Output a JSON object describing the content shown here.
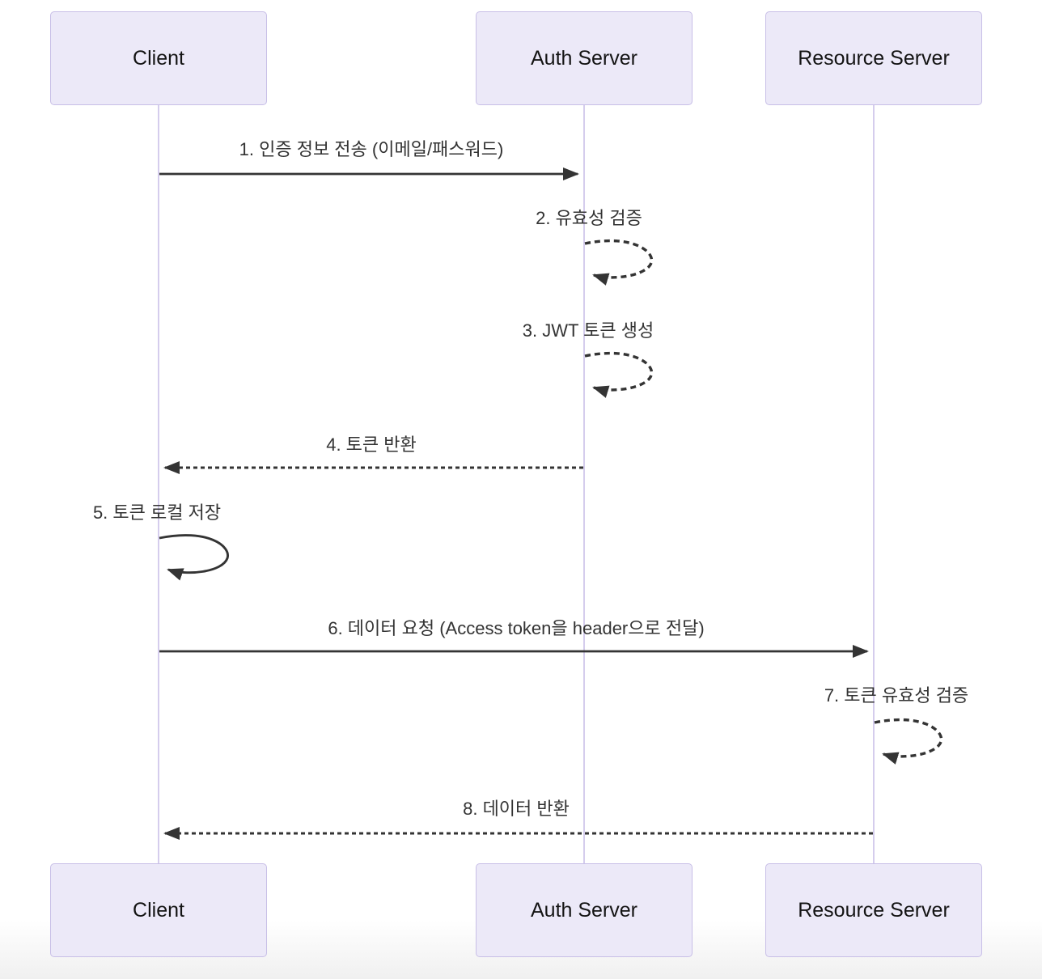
{
  "diagram": {
    "type": "sequence-diagram",
    "actors": [
      {
        "id": "client",
        "label": "Client"
      },
      {
        "id": "auth-server",
        "label": "Auth Server"
      },
      {
        "id": "resource-server",
        "label": "Resource Server"
      }
    ],
    "messages": [
      {
        "num": 1,
        "label": "1. 인증 정보 전송 (이메일/패스워드)",
        "from": "client",
        "to": "auth-server",
        "line": "solid",
        "kind": "message"
      },
      {
        "num": 2,
        "label": "2. 유효성 검증",
        "from": "auth-server",
        "to": "auth-server",
        "line": "dotted",
        "kind": "self-loop"
      },
      {
        "num": 3,
        "label": "3. JWT 토큰 생성",
        "from": "auth-server",
        "to": "auth-server",
        "line": "dotted",
        "kind": "self-loop"
      },
      {
        "num": 4,
        "label": "4. 토큰 반환",
        "from": "auth-server",
        "to": "client",
        "line": "dashed",
        "kind": "message"
      },
      {
        "num": 5,
        "label": "5. 토큰 로컬 저장",
        "from": "client",
        "to": "client",
        "line": "solid",
        "kind": "self-loop"
      },
      {
        "num": 6,
        "label": "6. 데이터 요청 (Access token을 header으로 전달)",
        "from": "client",
        "to": "resource-server",
        "line": "solid",
        "kind": "message"
      },
      {
        "num": 7,
        "label": "7. 토큰 유효성 검증",
        "from": "resource-server",
        "to": "resource-server",
        "line": "dotted",
        "kind": "self-loop"
      },
      {
        "num": 8,
        "label": "8. 데이터 반환",
        "from": "resource-server",
        "to": "client",
        "line": "dashed",
        "kind": "message"
      }
    ],
    "colors": {
      "actor_fill": "#ece9f8",
      "actor_border": "#c8bfe7",
      "lifeline": "#d5cded",
      "arrow": "#343434",
      "message_text": "#333333",
      "actor_text": "#141414"
    }
  }
}
